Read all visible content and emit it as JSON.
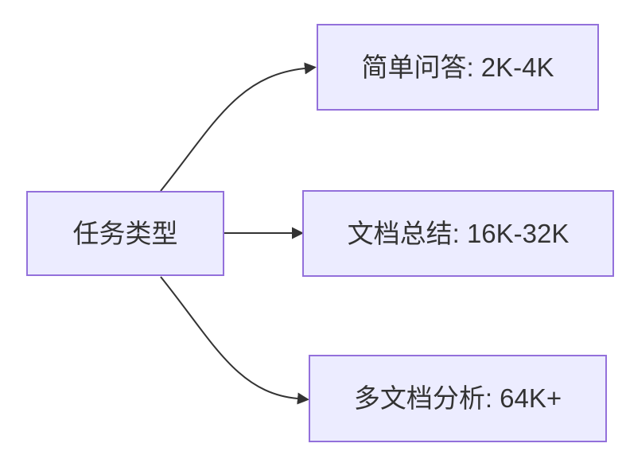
{
  "diagram": {
    "type": "flowchart-left-to-right",
    "root": {
      "label": "任务类型"
    },
    "branches": [
      {
        "label": "简单问答: 2K-4K"
      },
      {
        "label": "文档总结: 16K-32K"
      },
      {
        "label": "多文档分析: 64K+"
      }
    ],
    "colors": {
      "node_fill": "#ECECFF",
      "node_border": "#9370DB",
      "edge": "#333333",
      "text": "#333333",
      "background": "#FFFFFF"
    }
  }
}
